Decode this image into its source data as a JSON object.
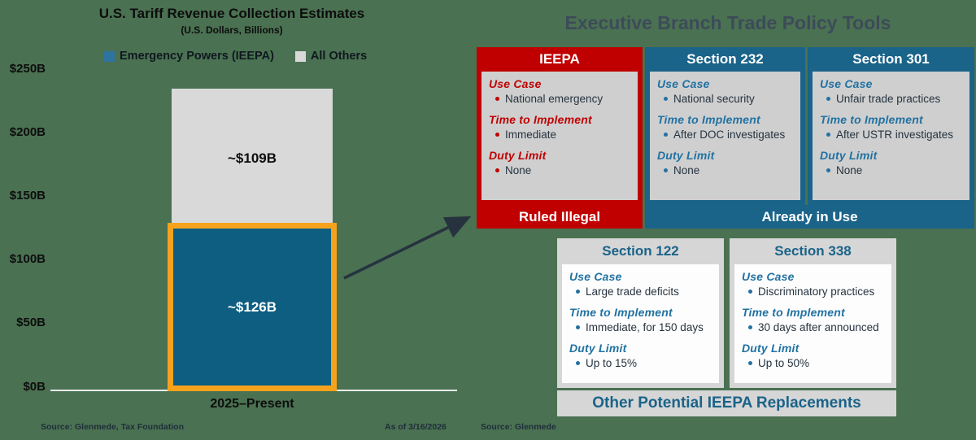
{
  "chart": {
    "title": "U.S. Tariff Revenue Collection Estimates",
    "subtitle": "(U.S. Dollars, Billions)",
    "legend": [
      {
        "label": "Emergency Powers (IEEPA)",
        "color": "#2e74a0"
      },
      {
        "label": "All Others",
        "color": "#d9d9d9"
      }
    ],
    "y_ticks": [
      "$250B",
      "$200B",
      "$150B",
      "$100B",
      "$50B",
      "$0B"
    ],
    "x_label": "2025–Present",
    "source": "Source: Glenmede, Tax Foundation",
    "as_of": "As of 3/16/2026"
  },
  "chart_data": {
    "type": "bar",
    "stacked": true,
    "title": "U.S. Tariff Revenue Collection Estimates",
    "subtitle": "(U.S. Dollars, Billions)",
    "categories": [
      "2025–Present"
    ],
    "series": [
      {
        "name": "Emergency Powers (IEEPA)",
        "values": [
          126
        ],
        "label": "~$126B",
        "color": "#0e5e81",
        "highlight_border": "#f6a21d"
      },
      {
        "name": "All Others",
        "values": [
          109
        ],
        "label": "~$109B",
        "color": "#d9d9d9"
      }
    ],
    "ylabel": "U.S. Dollars, Billions",
    "ylim": [
      0,
      250
    ],
    "y_tick_step": 50,
    "legend_position": "top",
    "grid": false
  },
  "labels": {
    "use_case": "Use Case",
    "time_to_implement": "Time to Implement",
    "duty_limit": "Duty Limit"
  },
  "tools": {
    "title": "Executive Branch Trade Policy Tools",
    "cards": [
      {
        "title": "IEEPA",
        "theme": "red",
        "use_case": "National emergency",
        "time_to_implement": "Immediate",
        "duty_limit": "None"
      },
      {
        "title": "Section 232",
        "theme": "blue",
        "use_case": "National security",
        "time_to_implement": "After DOC investigates",
        "duty_limit": "None"
      },
      {
        "title": "Section 301",
        "theme": "blue",
        "use_case": "Unfair trade practices",
        "time_to_implement": "After USTR investigates",
        "duty_limit": "None"
      },
      {
        "title": "Section 122",
        "theme": "gray",
        "use_case": "Large trade deficits",
        "time_to_implement": "Immediate, for 150 days",
        "duty_limit": "Up to 15%"
      },
      {
        "title": "Section 338",
        "theme": "gray",
        "use_case": "Discriminatory practices",
        "time_to_implement": "30 days after announced",
        "duty_limit": "Up to 50%"
      }
    ],
    "banners": {
      "ruled_illegal": "Ruled Illegal",
      "already_in_use": "Already in Use",
      "replacements": "Other Potential IEEPA Replacements"
    },
    "source": "Source: Glenmede"
  },
  "colors": {
    "background": "#4a7152",
    "bar_blue": "#0e5e81",
    "legend_blue": "#2e74a0",
    "gray_segment": "#d9d9d9",
    "highlight_orange": "#f6a21d",
    "red": "#c00000",
    "header_blue": "#1a6389",
    "heading_blue": "#2172a2",
    "panel_gray": "#cfcfcf",
    "frame_gray": "#d6d6d6",
    "title_slate": "#3d4b58",
    "dark_text": "#26333f"
  }
}
